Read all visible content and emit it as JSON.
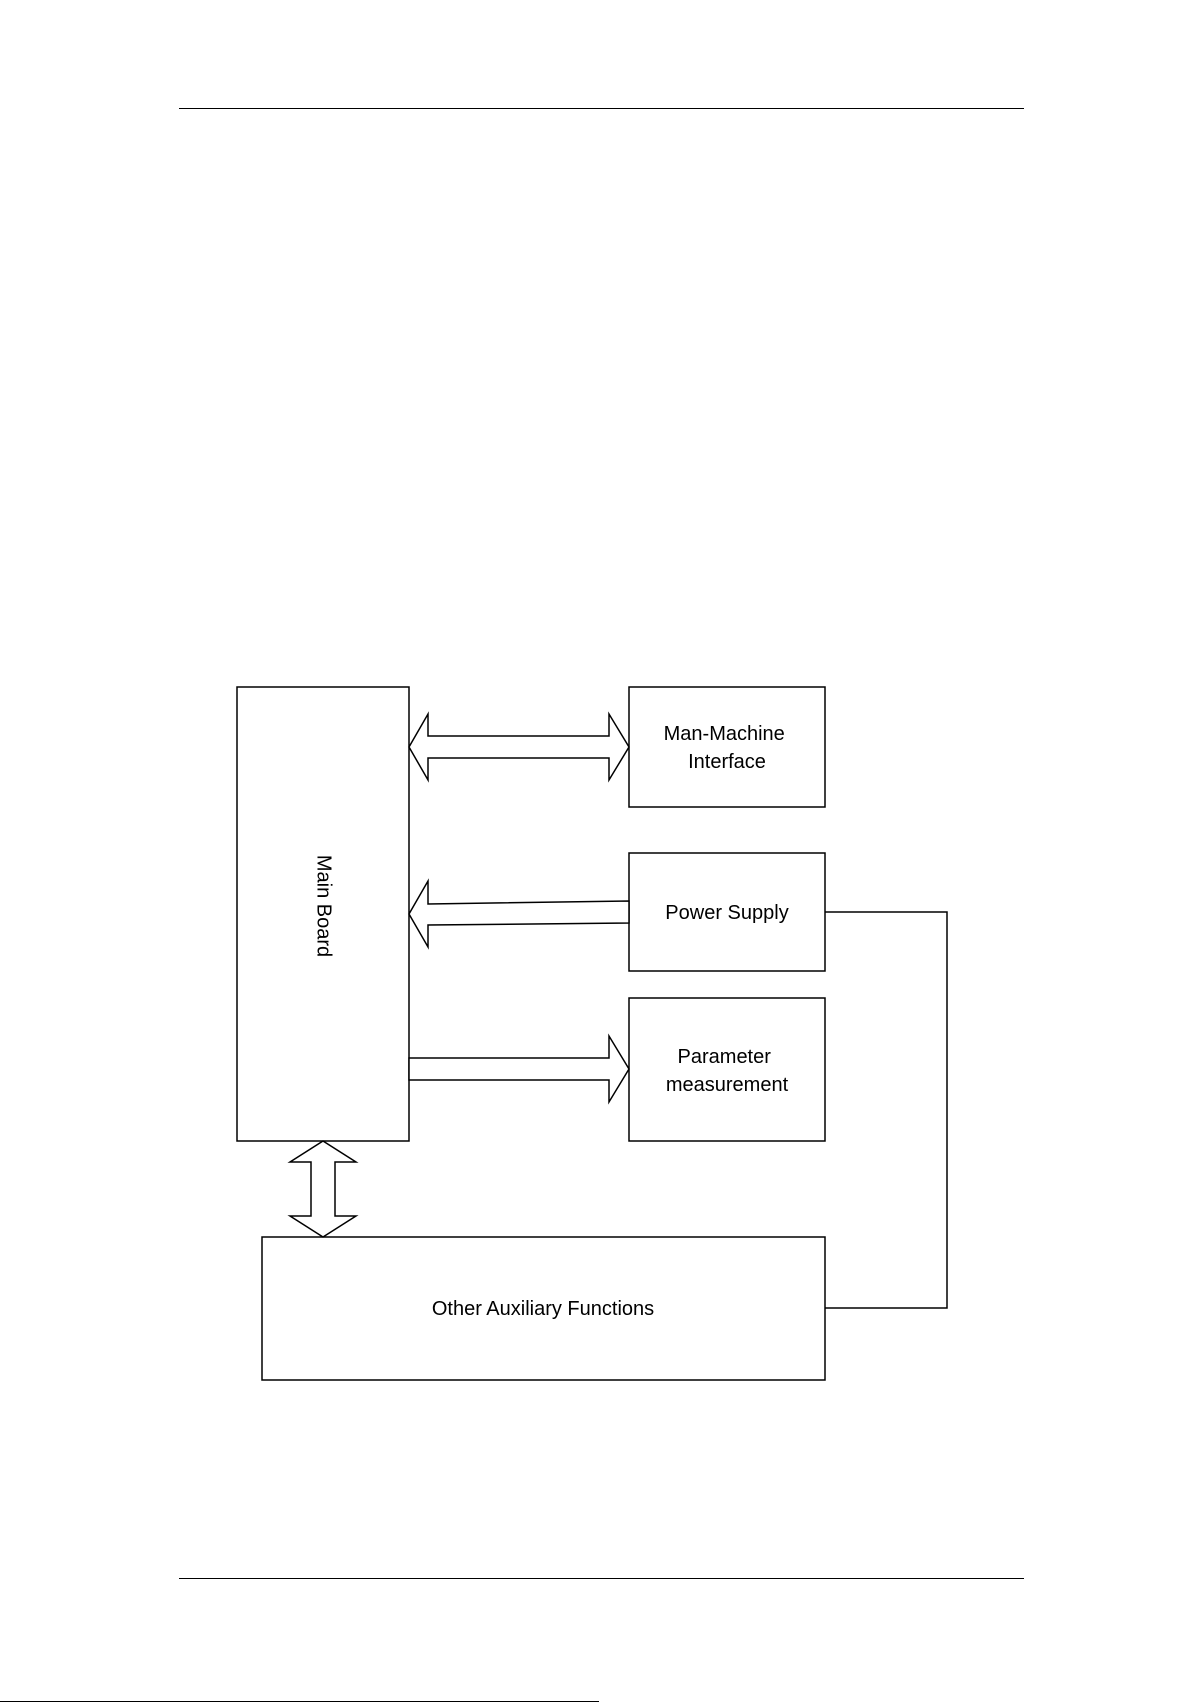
{
  "diagram": {
    "nodes": [
      {
        "id": "main-board",
        "label": "Main Board",
        "orientation": "rotated-90"
      },
      {
        "id": "man-machine-interface",
        "label_lines": [
          "Man-Machine",
          "Interface"
        ]
      },
      {
        "id": "power-supply",
        "label_lines": [
          "Power Supply"
        ]
      },
      {
        "id": "parameter-measurement",
        "label_lines": [
          "Parameter",
          "measurement"
        ]
      },
      {
        "id": "other-auxiliary-functions",
        "label_lines": [
          "Other Auxiliary Functions"
        ]
      }
    ],
    "edges": [
      {
        "from": "main-board",
        "to": "man-machine-interface",
        "style": "hollow-arrow",
        "direction": "both"
      },
      {
        "from": "power-supply",
        "to": "main-board",
        "style": "hollow-arrow",
        "direction": "forward"
      },
      {
        "from": "main-board",
        "to": "parameter-measurement",
        "style": "hollow-arrow",
        "direction": "forward"
      },
      {
        "from": "main-board",
        "to": "other-auxiliary-functions",
        "style": "hollow-arrow",
        "direction": "both"
      },
      {
        "from": "power-supply",
        "to": "other-auxiliary-functions",
        "style": "line",
        "direction": "none"
      }
    ],
    "colors": {
      "stroke": "#000000",
      "fill": "#ffffff",
      "text": "#000000"
    }
  }
}
